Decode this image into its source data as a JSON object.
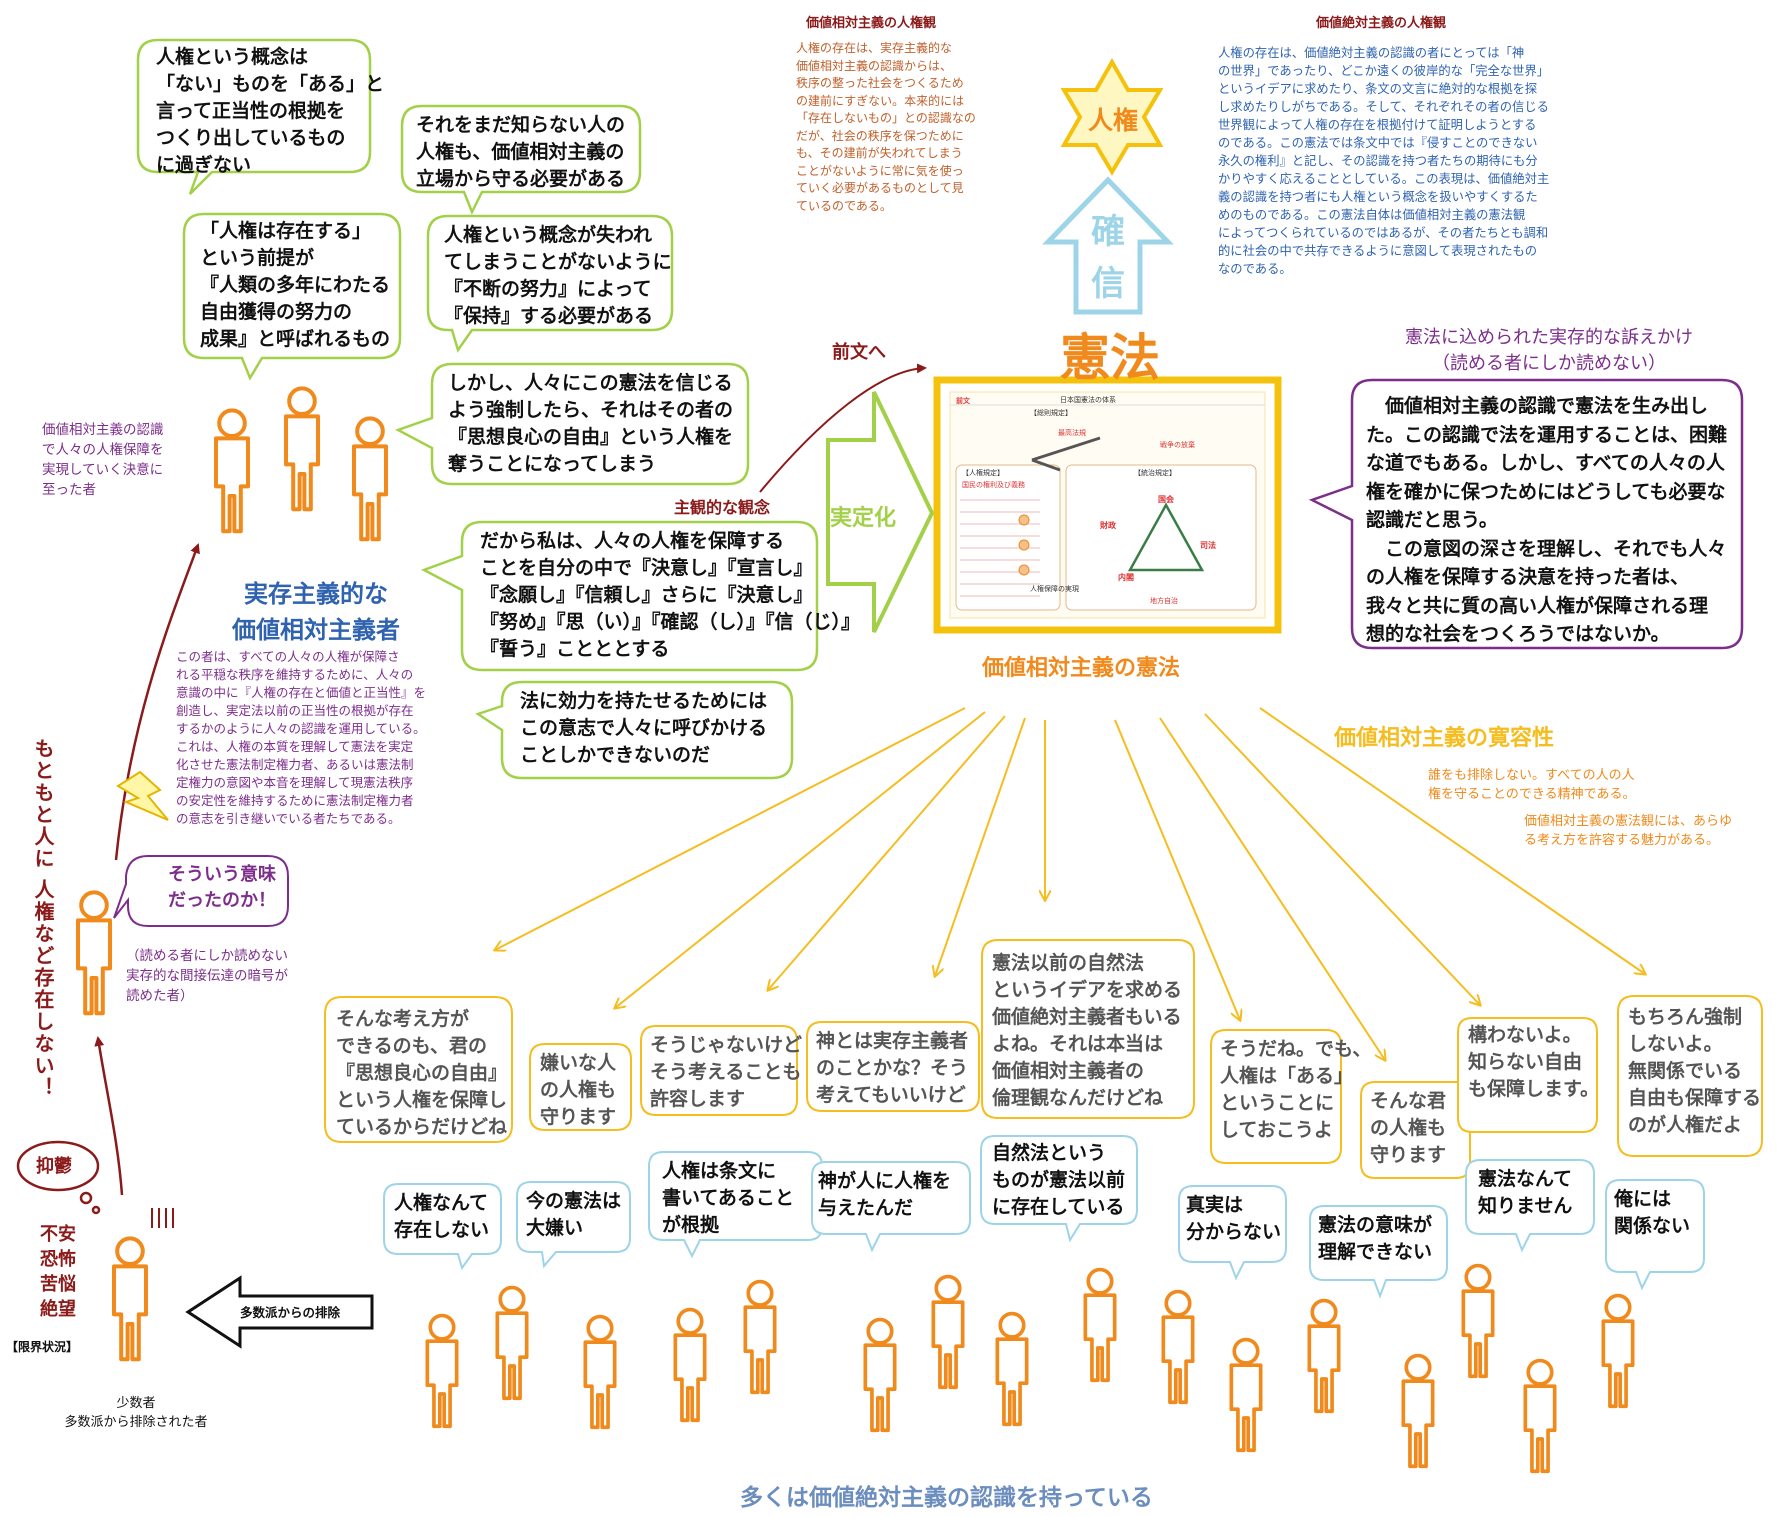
{
  "top": {
    "relative_view_title": "価値相対主義の人権観",
    "relative_view_text": "人権の存在は、実存主義的な\n価値相対主義の認識からは、\n秩序の整った社会をつくるため\nの建前にすぎない。本来的には\n「存在しないもの」との認識なの\nだが、社会の秩序を保つために\nも、その建前が失われてしまう\nことがないように常に気を使っ\nていく必要があるものとして見\nているのである。",
    "absolute_view_title": "価値絶対主義の人権観",
    "absolute_view_text": "人権の存在は、価値絶対主義の認識の者にとっては「神\nの世界」であったり、どこか遠くの彼岸的な「完全な世界」\nというイデアに求めたり、条文の文言に絶対的な根拠を探\nし求めたりしがちである。そして、それぞれその者の信じる\n世界観によって人権の存在を根拠付けて証明しようとする\nのである。この憲法では条文中では『侵すことのできない\n永久の権利』と記し、その認識を持つ者たちの期待にも分\nかりやすく応えることとしている。この表現は、価値絶対主\n義の認識を持つ者にも人権という概念を扱いやすくするた\nめのものである。この憲法自体は価値相対主義の憲法観\nによってつくられているのではあるが、その者たちとも調和\n的に社会の中で共存できるように意図して表現されたもの\nなのである。"
  },
  "center": {
    "star_label": "人権",
    "arrow_label": "確\n信",
    "kenpo_title": "憲法",
    "zenbun_label": "前文へ",
    "shukan_label": "主観的な観念",
    "jitsuteika_label": "実定化",
    "constitution_caption": "価値相対主義の憲法",
    "mini_doc_title": "日本国憲法の体系",
    "mini_doc_labels": [
      "前文",
      "【総則規定】",
      "【人権規定】",
      "【統治規定】",
      "国民の権利及び義務",
      "国会",
      "内閣",
      "司法",
      "財政",
      "地方自治",
      "戦争の放棄",
      "最高法規",
      "人権保障の実現"
    ]
  },
  "left": {
    "bubble_concept": "人権という概念は\n「ない」ものを「ある」と\n言って正当性の根拠を\nつくり出しているもの\nに過ぎない",
    "bubble_premise": "「人権は存在する」\nという前提が\n『人類の多年にわたる\n自由獲得の努力の\n成果』と呼ばれるもの",
    "bubble_protect": "それをまだ知らない人の\n人権も、価値相対主義の\n立場から守る必要がある",
    "bubble_effort": "人権という概念が失われ\nてしまうことがないように\n『不断の努力』によって\n『保持』する必要がある",
    "bubble_force": "しかし、人々にこの憲法を信じる\nよう強制したら、それはその者の\n『思想良心の自由』という人権を\n奪うことになってしまう",
    "bubble_resolve": "だから私は、人々の人権を保障する\nことを自分の中で『決意し』『宣言し』\n『念願し』『信頼し』さらに『決意し』\n『努め』『思（い）』『確認（し）』『信（じ）』\n『誓う』ことととする",
    "bubble_will": "法に効力を持たせるためには\nこの意志で人々に呼びかける\nことしかできないのだ",
    "decision_note": "価値相対主義の認識\nで人々の人権保障を\n実現していく決意に\n至った者",
    "relativist_title": "実存主義的な\n価値相対主義者",
    "relativist_desc": "この者は、すべての人々の人権が保障さ\nれる平穏な秩序を維持するために、人々の\n意識の中に『人権の存在と価値と正当性』を\n創造し、実定法以前の正当性の根拠が存在\nするかのように人々の認識を運用している。\nこれは、人権の本質を理解して憲法を実定\n化させた憲法制定権力者、あるいは憲法制\n定権力の意図や本音を理解して現憲法秩序\nの安定性を維持するために憲法制定権力者\nの意志を引き継いでいる者たちである。",
    "vertical_text": "もともと人に\n人権など存在しない！",
    "bubble_meaning": "そういう意味\nだったのか！",
    "meaning_note": "（読める者にしか読めない\n実存的な間接伝達の暗号が\n読めた者）",
    "yokuutsu": "抑鬱",
    "emotions": "不安\n恐怖\n苦悩\n絶望",
    "limit_state": "【限界状況】",
    "minority_caption": "少数者\n多数派から排除された者",
    "exclusion_label": "多数派からの排除"
  },
  "right": {
    "appeal_title": "憲法に込められた実存的な訴えかけ\n（読める者にしか読めない）",
    "appeal_text": "　価値相対主義の認識で憲法を生み出し\nた。この認識で法を運用することは、困難\nな道でもある。しかし、すべての人々の人\n権を確かに保つためにはどうしても必要な\n認識だと思う。\n　この意図の深さを理解し、それでも人々\nの人権を保障する決意を持った者は、\n我々と共に質の高い人権が保障される理\n想的な社会をつくろうではないか。",
    "tolerance_title": "価値相対主義の寛容性",
    "tolerance_text1": "誰をも排除しない。すべての人の人\n権を守ることのできる精神である。",
    "tolerance_text2": "価値相対主義の憲法観には、あらゆ\nる考え方を許容する魅力がある。"
  },
  "replies": [
    "そんな考え方が\nできるのも、君の\n『思想良心の自由』\nという人権を保障し\nているからだけどね",
    "嫌いな人\nの人権も\n守ります",
    "そうじゃないけど\nそう考えることも\n許容します",
    "神とは実存主義者\nのことかな？そう\n考えてもいいけど",
    "憲法以前の自然法\nというイデアを求める\n価値絶対主義者もいる\nよね。それは本当は\n価値相対主義者の\n倫理観なんだけどね",
    "そうだね。でも、\n人権は「ある」\nということに\nしておこうよ",
    "そんな君\nの人権も\n守ります",
    "構わないよ。\n知らない自由\nも保障します。",
    "もちろん強制\nしないよ。\n無関係でいる\n自由も保障する\nのが人権だよ"
  ],
  "crowd_bubbles": [
    "人権なんて\n存在しない",
    "今の憲法は\n大嫌い",
    "人権は条文に\n書いてあること\nが根拠",
    "神が人に人権を\n与えたんだ",
    "自然法という\nものが憲法以前\nに存在している",
    "真実は\n分からない",
    "憲法の意味が\n理解できない",
    "憲法なんて\n知りません",
    "俺には\n関係ない"
  ],
  "bottom_caption": "多くは価値絶対主義の認識を持っている",
  "colors": {
    "orange": "#f08a1c",
    "green": "#a2d149",
    "purple": "#7d2e8c",
    "dark_red": "#8b1a1a",
    "blue_text": "#2f63b0",
    "light_blue": "#9dd4e8",
    "yellow_line": "#f5bd1f",
    "star_fill": "#fff7c2",
    "star_stroke": "#f4c20d"
  }
}
